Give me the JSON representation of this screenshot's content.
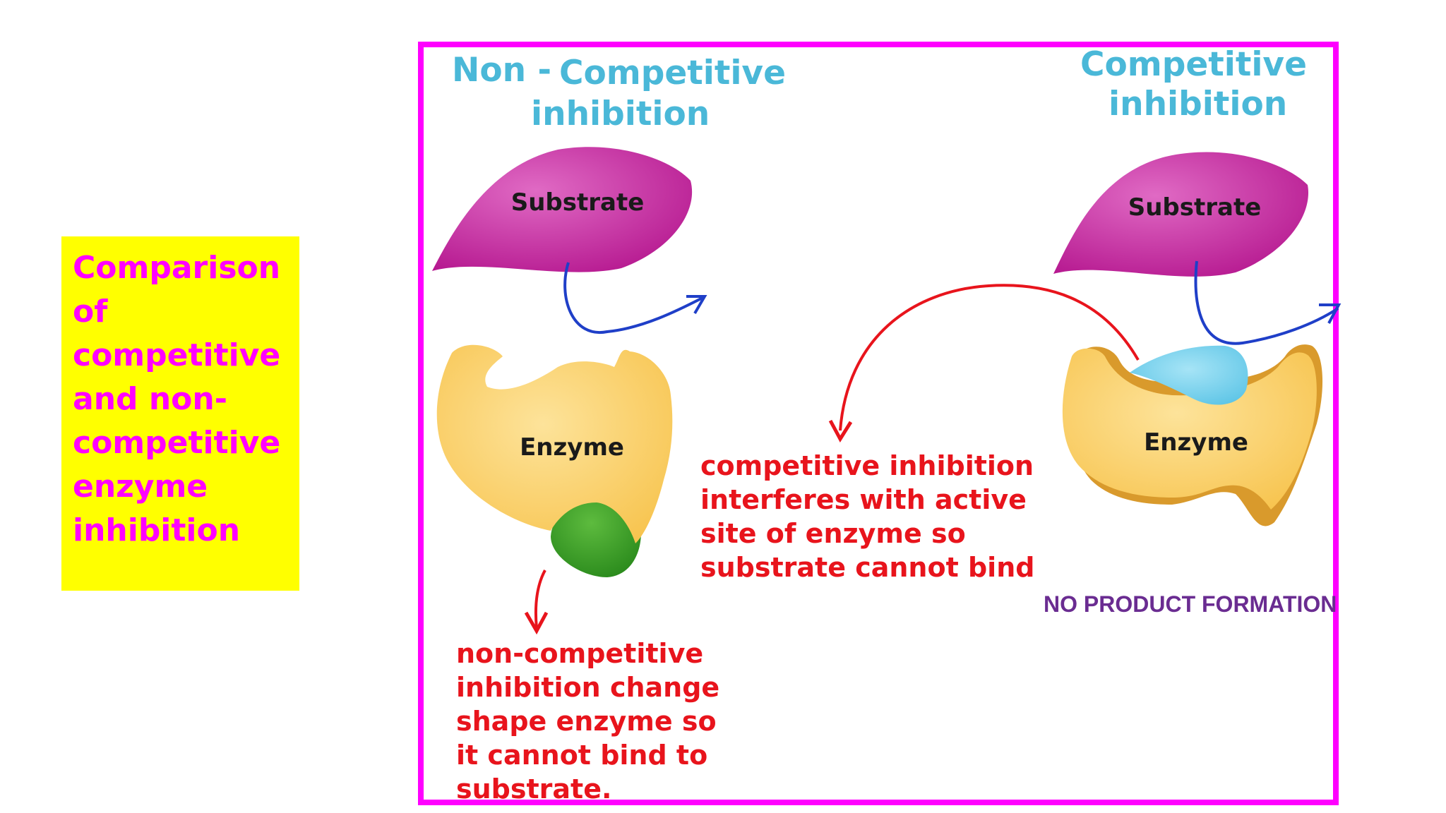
{
  "colors": {
    "title_text": "#ff00ff",
    "title_bg": "#ffff00",
    "frame": "#ff00ff",
    "heading": "#4ab8d8",
    "note": "#e8141c",
    "no_product": "#6a2c91",
    "substrate": "#b5178f",
    "enzyme": "#f7c24a",
    "noncompetitive_inhibitor": "#2a8a1c",
    "competitive_inhibitor": "#5bc4e6",
    "blue_arrow": "#1f3fc8",
    "red_arrow": "#e8141c",
    "shape_label": "#1a1a1a"
  },
  "side_title": {
    "lines": [
      "Comparison",
      "of",
      "competitive",
      "and non-",
      "competitive",
      "enzyme",
      "inhibition"
    ]
  },
  "noncompetitive": {
    "heading_part1": "Non -",
    "heading_part2": "Competitive",
    "heading_part3": "inhibition",
    "substrate_label": "Substrate",
    "enzyme_label": "Enzyme",
    "note_lines": [
      "non-competitive",
      "inhibition change",
      "shape enzyme so",
      "it cannot bind to",
      "substrate."
    ]
  },
  "competitive": {
    "heading_line1": "Competitive",
    "heading_line2": "inhibition",
    "substrate_label": "Substrate",
    "enzyme_label": "Enzyme",
    "note_lines": [
      "competitive inhibition",
      "interferes with active",
      "site of enzyme so",
      "substrate cannot bind"
    ],
    "no_product": "NO PRODUCT FORMATION"
  }
}
